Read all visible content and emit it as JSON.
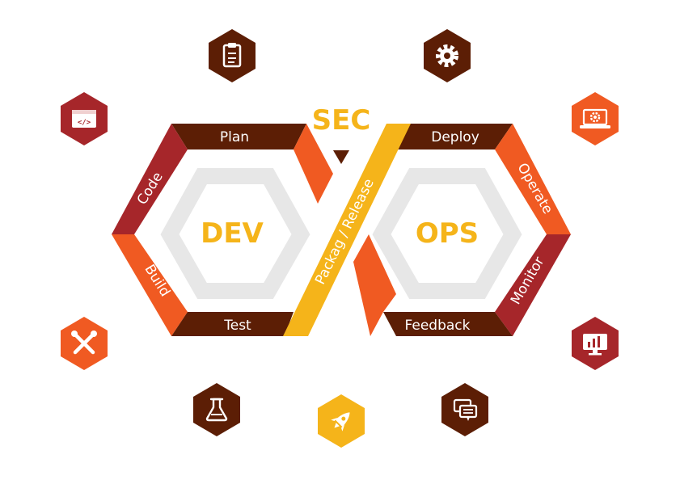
{
  "labels": {
    "sec": "SEC",
    "dev": "DEV",
    "ops": "OPS",
    "plan": "Plan",
    "code": "Code",
    "build": "Build",
    "test": "Test",
    "package_release": "Packag / Release",
    "deploy": "Deploy",
    "operate": "Operate",
    "monitor": "Monitor",
    "feedback": "Feedback"
  },
  "colors": {
    "dark_brown": "#5c1e05",
    "orange": "#f05a22",
    "crimson": "#a6262a",
    "gold": "#f5b41a",
    "light_gray": "#e7e7e7",
    "white": "#ffffff"
  },
  "icons": [
    {
      "name": "code-window-icon",
      "color": "crimson"
    },
    {
      "name": "clipboard-icon",
      "color": "dark_brown"
    },
    {
      "name": "gear-icon",
      "color": "dark_brown"
    },
    {
      "name": "laptop-gear-icon",
      "color": "orange"
    },
    {
      "name": "tools-icon",
      "color": "orange"
    },
    {
      "name": "flask-icon",
      "color": "dark_brown"
    },
    {
      "name": "rocket-icon",
      "color": "gold"
    },
    {
      "name": "chat-icon",
      "color": "dark_brown"
    },
    {
      "name": "monitor-chart-icon",
      "color": "crimson"
    }
  ]
}
